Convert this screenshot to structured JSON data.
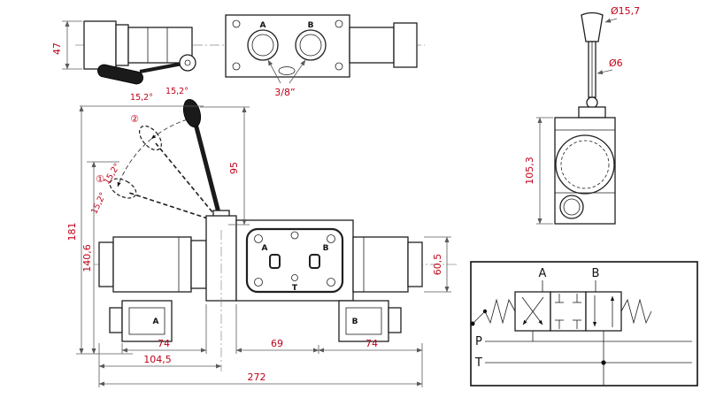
{
  "meta": {
    "background": "#ffffff",
    "line_color": "#1f1f1f",
    "dimension_text_color": "#c00018",
    "dimension_line_color": "#5a5a5a",
    "drawing_type": "hydraulic directional control valve with manual lever, dimensioned CAD drawing"
  },
  "top_view": {
    "dim_height": "47",
    "port_a": "A",
    "port_b": "B",
    "thread": "3/8”"
  },
  "lever_view": {
    "dim_knob_diameter": "Ø15,7",
    "dim_rod_diameter": "Ø6",
    "dim_body_height": "105,3"
  },
  "front_view": {
    "angles": [
      "15,2°",
      "15,2°",
      "15,2°",
      "15,2°"
    ],
    "positions": [
      "①",
      "②"
    ],
    "dim_total_height": "181",
    "dim_body_height": "140,6",
    "dim_lever_height": "95",
    "dim_solenoid_height": "60,5",
    "dim_left_width": "74",
    "dim_center_width": "69",
    "dim_right_width": "74",
    "dim_pivot_offset": "104,5",
    "dim_total_width": "272",
    "port_a": "A",
    "port_b": "B",
    "face_port_a": "A",
    "face_port_b": "B",
    "face_port_t": "T"
  },
  "schematic": {
    "port_a": "A",
    "port_b": "B",
    "port_p": "P",
    "port_t": "T"
  }
}
